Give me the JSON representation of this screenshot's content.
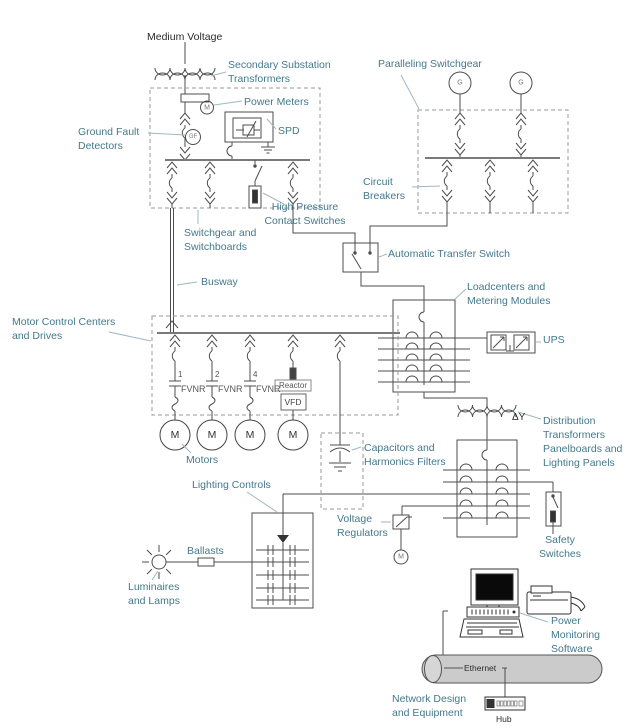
{
  "labels": {
    "medium_voltage": "Medium Voltage",
    "secondary_substation_transformers": "Secondary Substation\nTransformers",
    "power_meters": "Power Meters",
    "ground_fault_detectors": "Ground Fault\nDetectors",
    "spd": "SPD",
    "high_pressure_contact_switches": "High Pressure\nContact Switches",
    "switchgear_and_switchboards": "Switchgear and\nSwitchboards",
    "paralleling_switchgear": "Paralleling Switchgear",
    "circuit_breakers": "Circuit\nBreakers",
    "automatic_transfer_switch": "Automatic Transfer Switch",
    "busway": "Busway",
    "motor_control_centers_and_drives": "Motor Control Centers\nand Drives",
    "motors": "Motors",
    "capacitors_and_harmonics_filters": "Capacitors and\nHarmonics Filters",
    "loadcenters_and_metering_modules": "Loadcenters and\nMetering Modules",
    "ups": "UPS",
    "distribution_transformers": "Distribution\nTransformers\nPanelboards and\nLighting Panels",
    "delta_y": "ΔY",
    "safety_switches": "Safety\nSwitches",
    "lighting_controls": "Lighting Controls",
    "voltage_regulators": "Voltage\nRegulators",
    "ballasts": "Ballasts",
    "luminaires_and_lamps": "Luminaires\nand Lamps",
    "power_monitoring_software": "Power\nMonitoring\nSoftware",
    "ethernet": "Ethernet",
    "network_design_and_equipment": "Network Design\nand Equipment",
    "hub": "Hub"
  },
  "symbols": {
    "generator_letter": "G",
    "meter_letter": "M",
    "ground_fault_letter": "GF",
    "motor_letter": "M",
    "starter_label": "FVNR",
    "starter_numbers": [
      "1",
      "2",
      "4"
    ],
    "reactor_label": "Reactor",
    "vfd_label": "VFD"
  },
  "colors": {
    "label_teal": "#44798C",
    "line": "#4d4d4d",
    "bus": "#7a7a7a",
    "dashed_box": "#999999",
    "leader": "#9DB8C2",
    "ethernet_pipe": "#CBCBCB"
  }
}
